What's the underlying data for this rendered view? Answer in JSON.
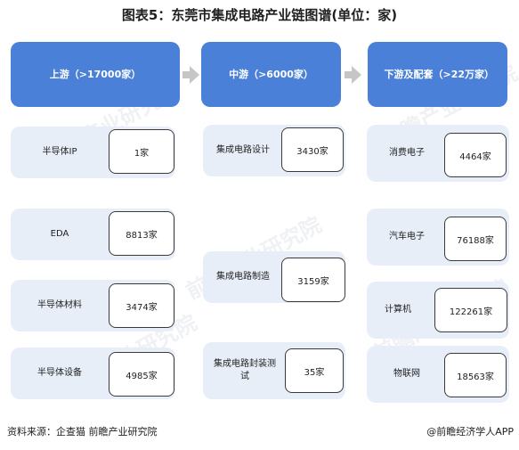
{
  "title": "图表5：东莞市集成电路产业链图谱(单位：家)",
  "columns": [
    {
      "header": "上游（>17000家）",
      "items": [
        {
          "label": "半导体IP",
          "count": "1家"
        },
        {
          "label": "EDA",
          "count": "8813家"
        },
        {
          "label": "半导体材料",
          "count": "3474家"
        },
        {
          "label": "半导体设备",
          "count": "4985家"
        }
      ]
    },
    {
      "header": "中游（>6000家）",
      "items": [
        {
          "label": "集成电路设计",
          "count": "3430家"
        },
        {
          "label": "集成电路制造",
          "count": "3159家"
        },
        {
          "label": "集成电路封装测试",
          "count": "35家"
        }
      ]
    },
    {
      "header": "下游及配套（>22万家）",
      "items": [
        {
          "label": "消费电子",
          "count": "4464家"
        },
        {
          "label": "汽车电子",
          "count": "76188家"
        },
        {
          "label": "计算机",
          "count": "122261家"
        },
        {
          "label": "物联网",
          "count": "18563家"
        }
      ]
    }
  ],
  "footer": {
    "source": "资料来源：企查猫 前瞻产业研究院",
    "brand": "@前瞻经济学人APP"
  },
  "watermark": "前瞻产业研究院",
  "colors": {
    "header": "#4a80d8",
    "item_bg": "#e8eef8",
    "arrow": "#c6c6c6"
  }
}
